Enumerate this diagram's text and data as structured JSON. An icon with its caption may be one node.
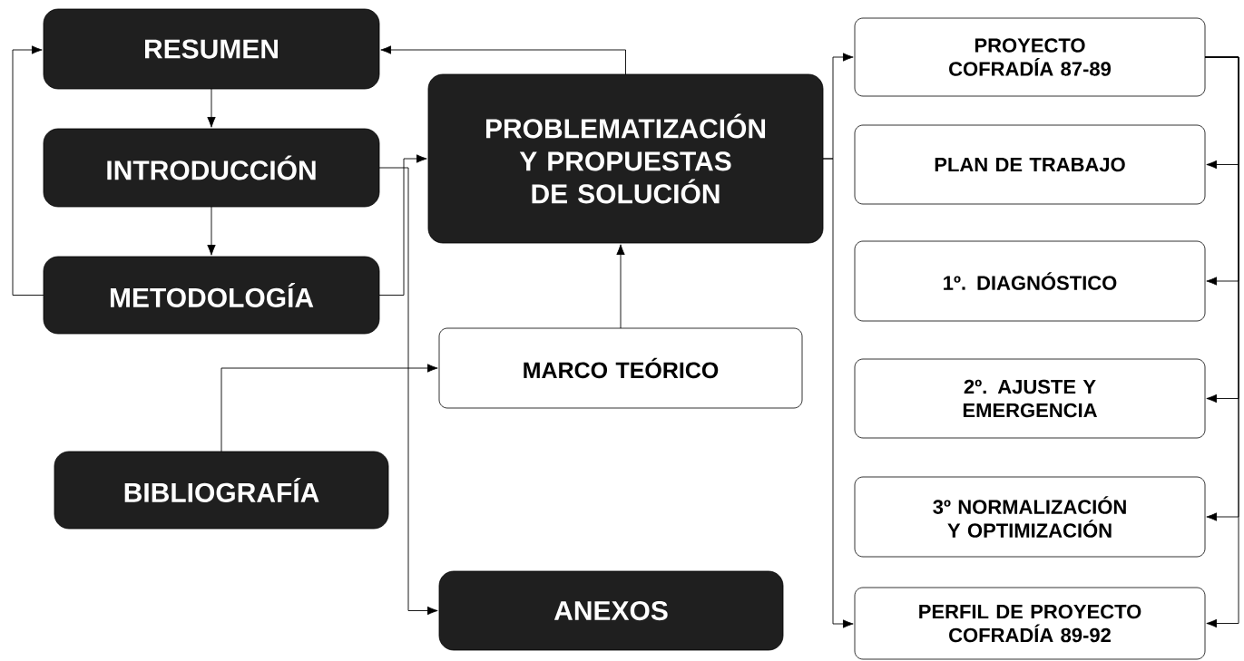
{
  "diagram": {
    "nodes": [
      {
        "text": [
          "RESUMEN"
        ]
      },
      {
        "text": [
          "INTRODUCCIÓN"
        ]
      },
      {
        "text": [
          "METODOLOGÍA"
        ]
      },
      {
        "text": [
          "PROBLEMATIZACIÓN Y PROPUESTAS DE SOLUCIÓN"
        ]
      },
      {
        "text": [
          "MARCO TEÓRICO"
        ]
      },
      {
        "text": [
          "BIBLIOGRAFÍA"
        ]
      },
      {
        "text": [
          "ANEXOS"
        ]
      },
      {
        "text": [
          "PROYECTO COFRADÍA 87-89"
        ]
      },
      {
        "text": [
          "PLAN DE TRABAJO"
        ]
      },
      {
        "text": [
          "1º. DIAGNÓSTICO"
        ]
      },
      {
        "text": [
          "2º. AJUSTE Y EMERGENCIA"
        ]
      },
      {
        "text": [
          "3º NORMALIZACIÓN Y OPTIMIZACIÓN"
        ]
      },
      {
        "text": [
          "PERFIL DE PROYECTO COFRADÍA 89-92"
        ]
      }
    ],
    "edges": [
      {
        "from": 0,
        "to": 1,
        "arrow": "to"
      },
      {
        "from": 1,
        "to": 2,
        "arrow": "to"
      },
      {
        "from": 2,
        "to": 0,
        "arrow": "to"
      },
      {
        "from": 3,
        "to": 0,
        "arrow": "to"
      },
      {
        "from": 2,
        "to": 3,
        "arrow": "to"
      },
      {
        "from": 1,
        "to": 6,
        "arrow": "to"
      },
      {
        "from": 5,
        "to": 4,
        "arrow": "to"
      },
      {
        "from": 4,
        "to": 3,
        "arrow": "to"
      },
      {
        "from": 3,
        "to": 7,
        "arrow": "to"
      },
      {
        "from": 3,
        "to": 12,
        "arrow": "to"
      },
      {
        "from": 7,
        "to": 8,
        "arrow": "to"
      },
      {
        "from": 7,
        "to": 9,
        "arrow": "to"
      },
      {
        "from": 7,
        "to": 10,
        "arrow": "to"
      },
      {
        "from": 7,
        "to": 11,
        "arrow": "to"
      },
      {
        "from": 7,
        "to": 12,
        "arrow": "to"
      }
    ]
  }
}
